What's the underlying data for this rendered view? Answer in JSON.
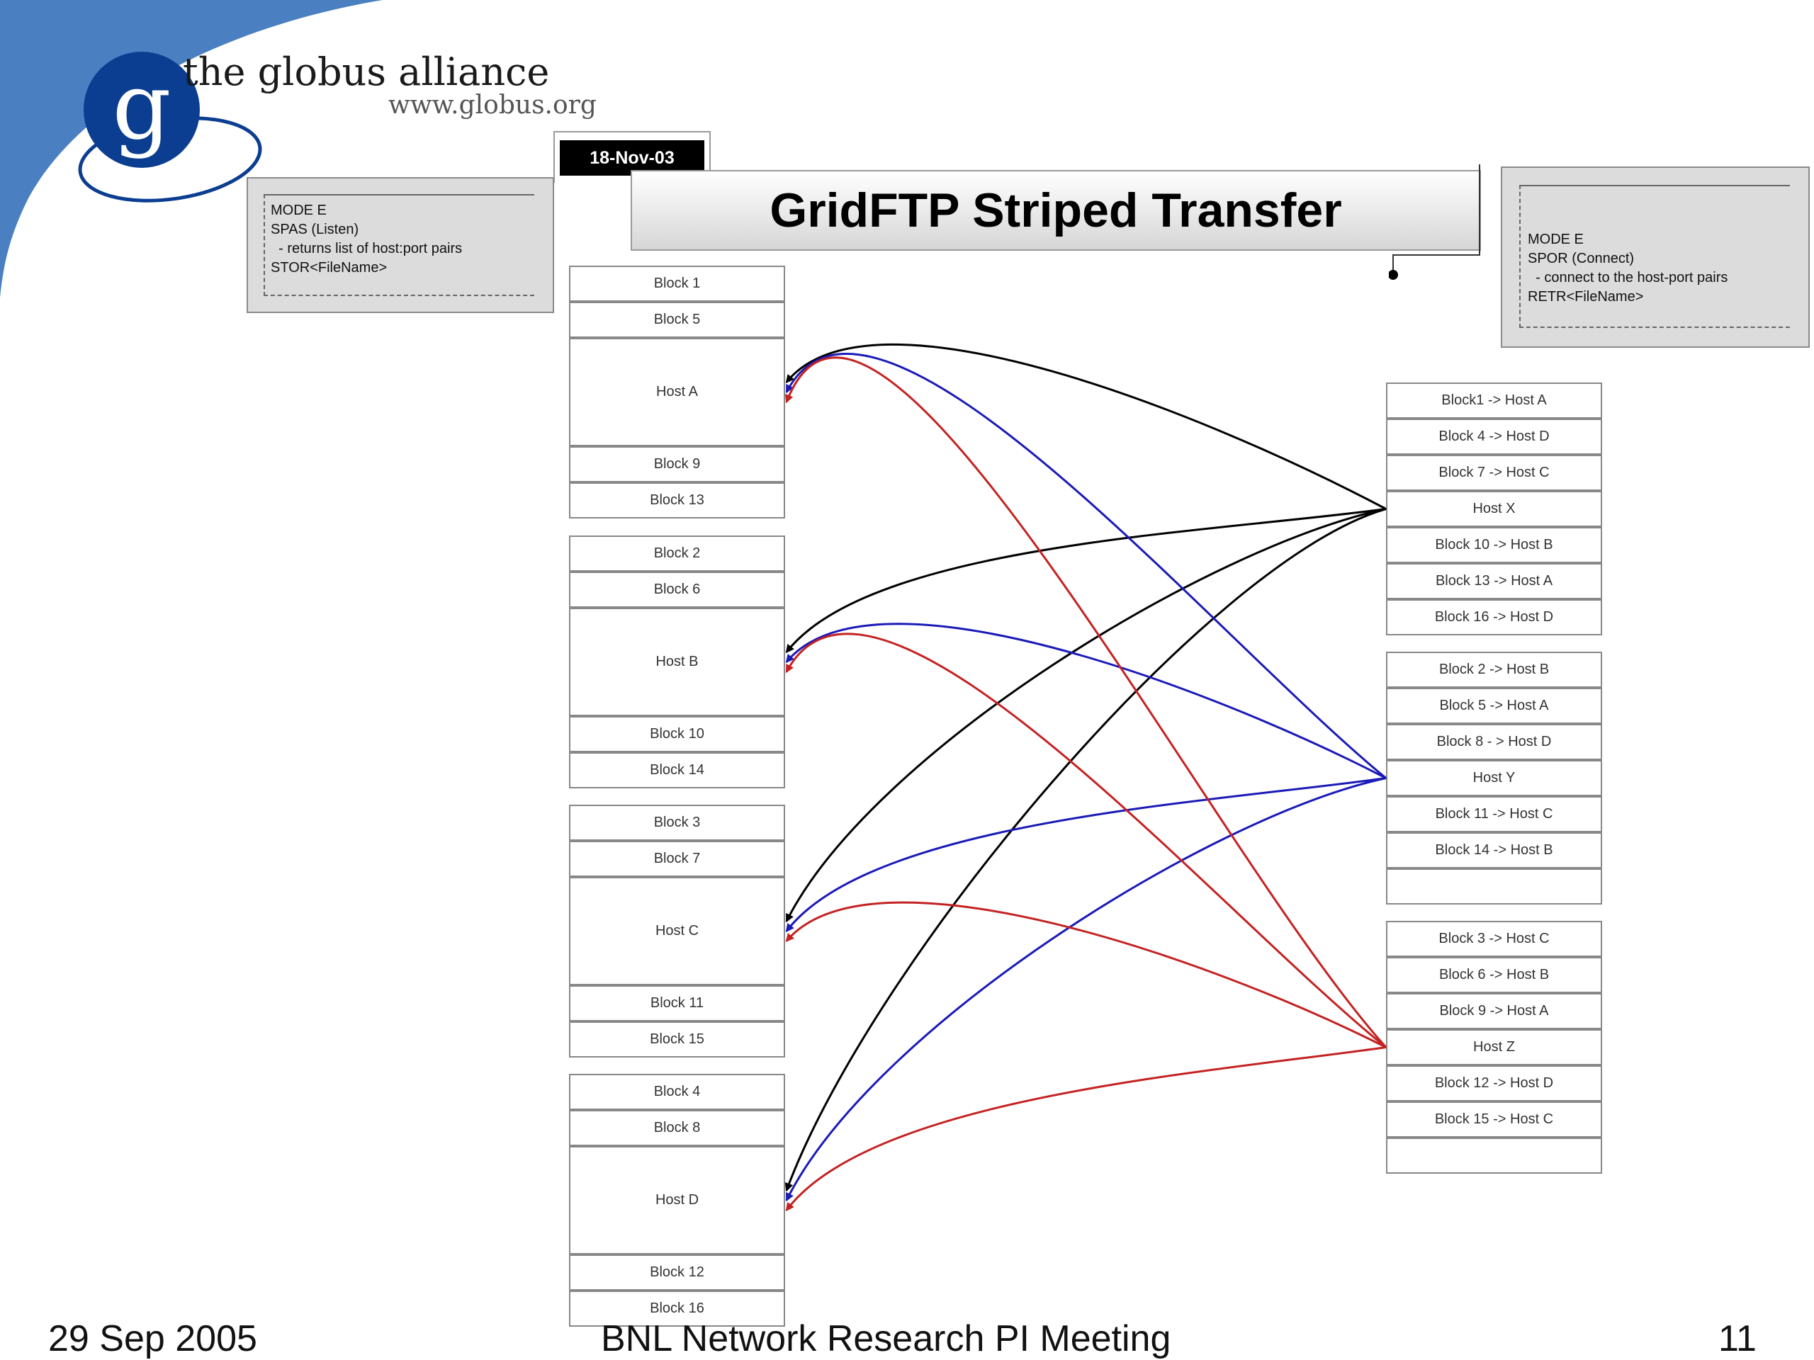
{
  "brand": {
    "title": "the globus alliance",
    "url": "www.globus.org",
    "logo_letter": "g",
    "logo_color": "#0b3d91",
    "wedge_color": "#4a7fc1"
  },
  "slide": {
    "date_tab": "18-Nov-03",
    "title": "GridFTP Striped Transfer"
  },
  "notes": {
    "left": [
      "MODE E",
      "SPAS (Listen)",
      "  - returns list of host:port pairs",
      "STOR<FileName>"
    ],
    "right": [
      "MODE E",
      "SPOR (Connect)",
      "  - connect to the host-port pairs",
      "RETR<FileName>"
    ]
  },
  "receivers": [
    {
      "host": "Host A",
      "blocks": [
        "Block 1",
        "Block 5",
        "Block 9",
        "Block 13"
      ]
    },
    {
      "host": "Host B",
      "blocks": [
        "Block 2",
        "Block 6",
        "Block 10",
        "Block 14"
      ]
    },
    {
      "host": "Host C",
      "blocks": [
        "Block 3",
        "Block 7",
        "Block 11",
        "Block 15"
      ]
    },
    {
      "host": "Host D",
      "blocks": [
        "Block 4",
        "Block 8",
        "Block 12",
        "Block 16"
      ]
    }
  ],
  "senders": [
    {
      "host": "Host X",
      "color": "#000000",
      "before": [
        "Block1 -> Host A",
        "Block 4 -> Host D",
        "Block 7 -> Host C"
      ],
      "after": [
        "Block 10 -> Host B",
        "Block 13 -> Host A",
        "Block 16 -> Host D"
      ]
    },
    {
      "host": "Host Y",
      "color": "#1a1ab8",
      "before": [
        "Block 2 -> Host B",
        "Block 5 -> Host A",
        "Block 8 - > Host D"
      ],
      "after": [
        "Block 11 -> Host C",
        "Block 14 -> Host B",
        ""
      ]
    },
    {
      "host": "Host Z",
      "color": "#c42222",
      "before": [
        "Block 3 -> Host C",
        "Block 6 -> Host B",
        "Block 9 -> Host A"
      ],
      "after": [
        "Block 12 -> Host D",
        "Block 15 -> Host C",
        ""
      ]
    }
  ],
  "footer": {
    "date": "29 Sep 2005",
    "event": "BNL Network Research PI Meeting",
    "page": "11"
  }
}
